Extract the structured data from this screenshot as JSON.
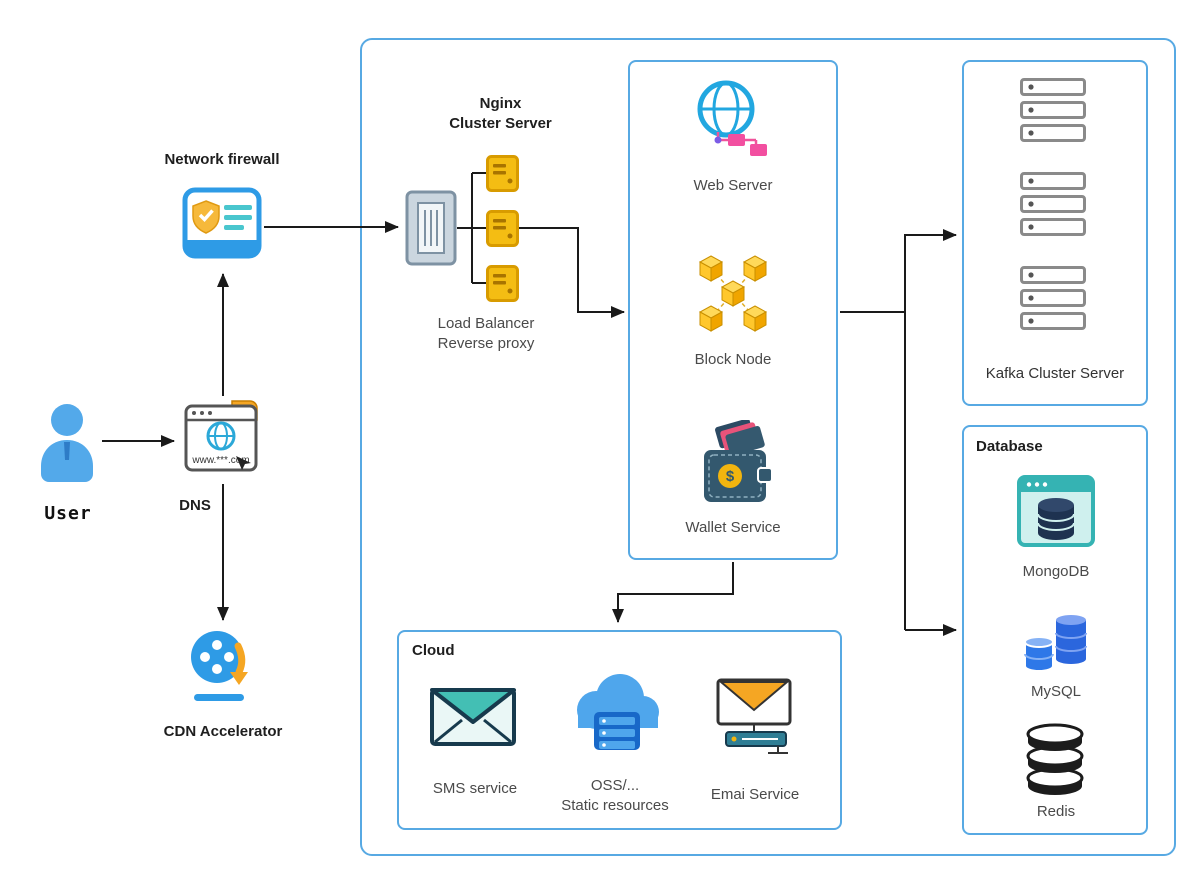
{
  "colors": {
    "box_border": "#57A9E3",
    "accent_blue": "#2E9BE6",
    "node_gold": "#F4BD13",
    "magenta": "#F24FA0",
    "teal": "#43BFB4",
    "dark_navy": "#173A4D",
    "arrow": "#1A1A1A"
  },
  "left": {
    "user_label": "User",
    "firewall_label": "Network firewall",
    "dns_label": "DNS",
    "dns_url": "www.***.com",
    "cdn_label": "CDN Accelerator"
  },
  "nginx": {
    "title_line1": "Nginx",
    "title_line2": "Cluster Server",
    "caption_line1": "Load Balancer",
    "caption_line2": "Reverse proxy"
  },
  "services": {
    "web_server": "Web Server",
    "block_node": "Block Node",
    "wallet": "Wallet Service",
    "wallet_symbol": "$"
  },
  "cloud": {
    "title": "Cloud",
    "sms": "SMS service",
    "oss_line1": "OSS/...",
    "oss_line2": "Static resources",
    "email": "Emai Service"
  },
  "kafka": {
    "label": "Kafka Cluster Server"
  },
  "database": {
    "title": "Database",
    "mongodb": "MongoDB",
    "mysql": "MySQL",
    "redis": "Redis"
  }
}
